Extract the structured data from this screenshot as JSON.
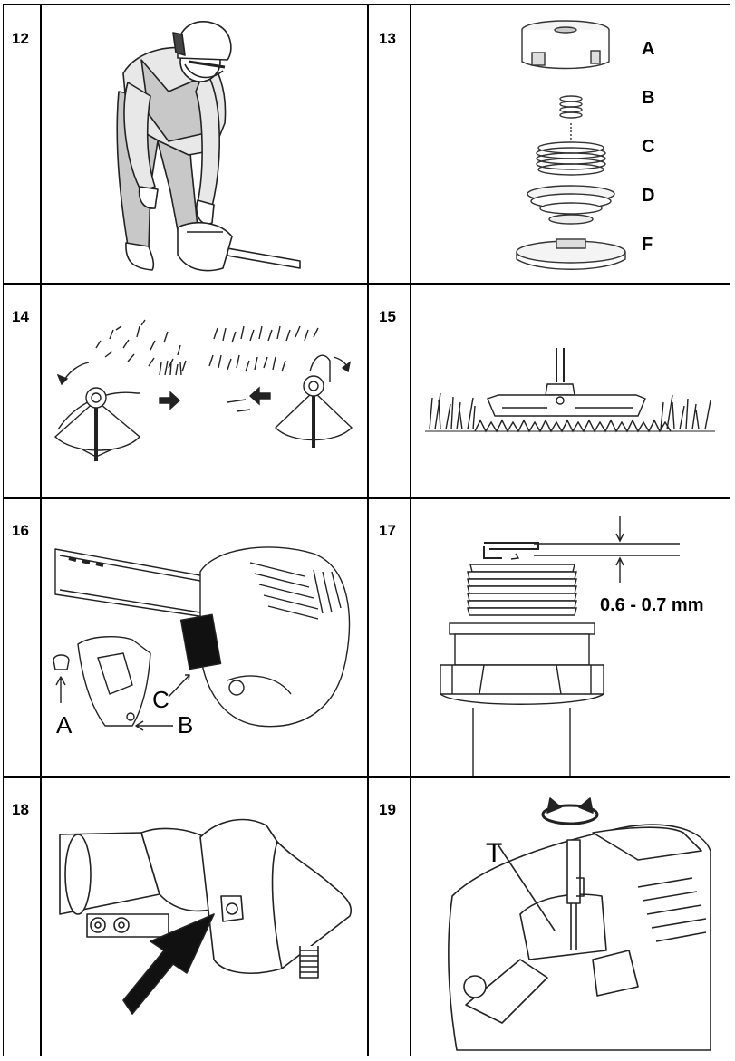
{
  "panels": [
    {
      "number": "12"
    },
    {
      "number": "13",
      "labels": [
        "A",
        "B",
        "C",
        "D",
        "F"
      ]
    },
    {
      "number": "14"
    },
    {
      "number": "15"
    },
    {
      "number": "16",
      "labels": [
        "A",
        "B",
        "C"
      ]
    },
    {
      "number": "17",
      "gap": "0.6 - 0.7 mm"
    },
    {
      "number": "18"
    },
    {
      "number": "19",
      "labels": [
        "T"
      ]
    }
  ],
  "icons": {
    "12": "operator-with-trimmer-illustration",
    "13": "trimmer-head-exploded-view",
    "14": "cutting-direction-diagram",
    "15": "trimmer-head-over-grass",
    "16": "air-filter-cover-removal",
    "17": "spark-plug-gap",
    "18": "gear-head-grease-arrow",
    "19": "carburetor-adjustment-screwdriver"
  }
}
